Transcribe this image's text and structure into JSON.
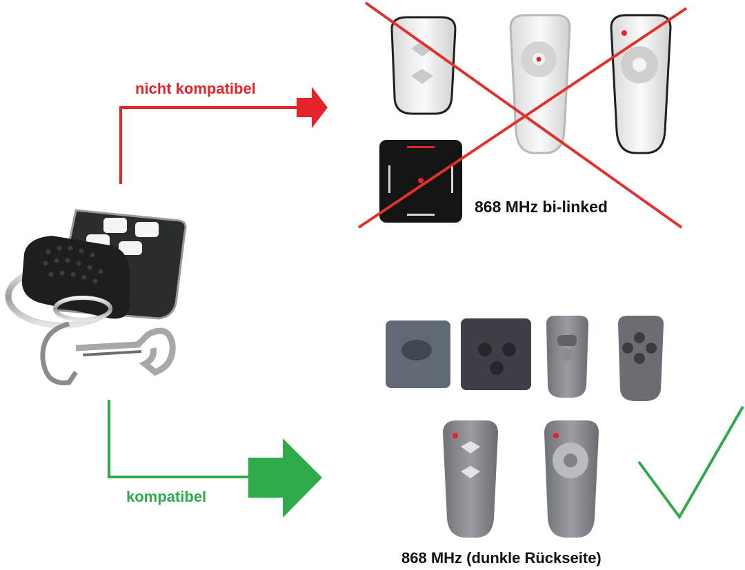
{
  "labels": {
    "not_compatible": "nicht kompatibel",
    "compatible": "kompatibel",
    "bi_linked": "868 MHz bi-linked",
    "dark_back": "868 MHz (dunkle Rückseite)"
  },
  "colors": {
    "not_compatible": "#e5232b",
    "compatible": "#2eaa4a",
    "check": "#2eaa4a",
    "cross": "#e0312f"
  },
  "icons": [
    "universal-remote-keyfob",
    "incompatible-remote",
    "compatible-remote",
    "cross-out",
    "check-mark",
    "arrow-right"
  ]
}
